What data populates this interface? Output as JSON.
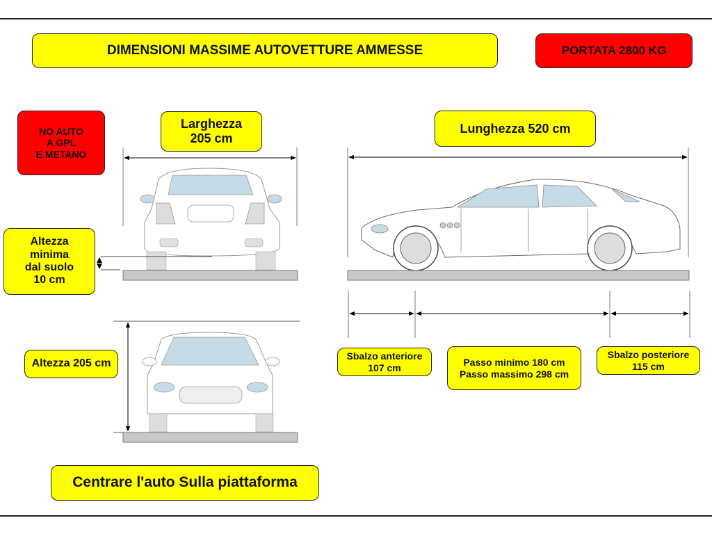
{
  "title": "DIMENSIONI MASSIME AUTOVETTURE AMMESSE",
  "capacity": "PORTATA 2800 KG",
  "warning": {
    "line1": "NO AUTO",
    "line2": "A GPL",
    "line3": "E METANO"
  },
  "width_label": {
    "line1": "Larghezza",
    "line2": "205 cm"
  },
  "length_label": "Lunghezza 520 cm",
  "ground_clearance": {
    "line1": "Altezza",
    "line2": "minima",
    "line3": "dal suolo",
    "line4": "10 cm"
  },
  "height_label": "Altezza 205 cm",
  "front_overhang": {
    "line1": "Sbalzo anteriore",
    "line2": "107 cm"
  },
  "wheelbase": {
    "line1": "Passo minimo 180 cm",
    "line2": "Passo massimo 298 cm"
  },
  "rear_overhang": {
    "line1": "Sbalzo posteriore",
    "line2": "115 cm"
  },
  "instruction": "Centrare l'auto Sulla piattaforma",
  "colors": {
    "label_bg": "#ffff00",
    "alert_bg": "#ff0000",
    "glass": "#c5dce8",
    "platform": "#c8c8c8"
  }
}
